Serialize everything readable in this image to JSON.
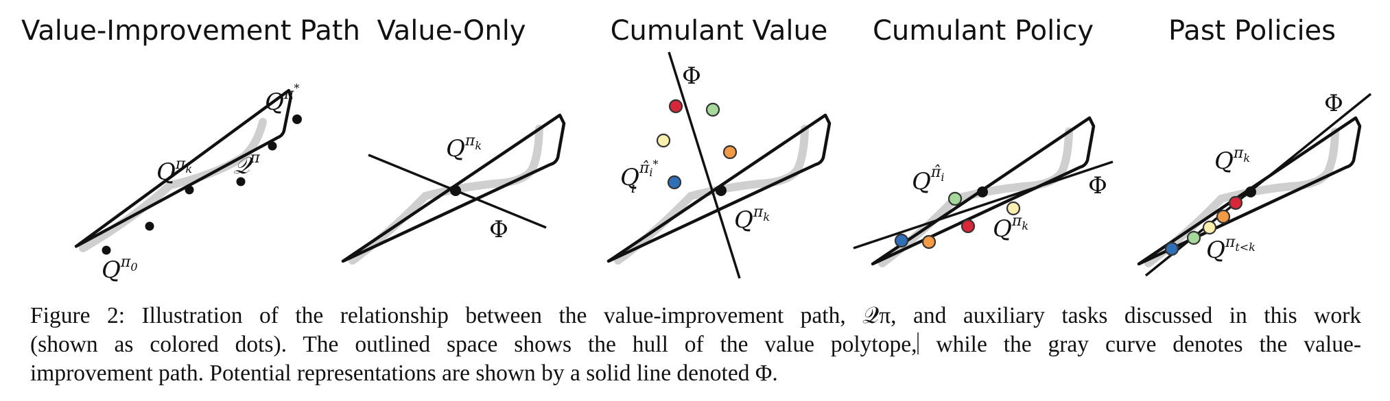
{
  "panels": [
    {
      "title": "Value-Improvement Path",
      "labels": {
        "start": "Q^{π_0}",
        "mid": "Q^{π_k}",
        "opt": "Q^{π^*}",
        "set": "𝒬^π"
      }
    },
    {
      "title": "Value-Only",
      "labels": {
        "point": "Q^{π_k}",
        "phi": "Φ"
      }
    },
    {
      "title": "Cumulant Value",
      "labels": {
        "cumulant": "Q_i^{π̂_i^*}",
        "point": "Q^{π_k}",
        "phi": "Φ"
      },
      "dot_colors": [
        "#d62839",
        "#7cc97a",
        "#f6e79a",
        "#f39a46",
        "#2f6fb5"
      ]
    },
    {
      "title": "Cumulant Policy",
      "labels": {
        "policy": "Q^{π̂_i}",
        "point": "Q^{π_k}",
        "phi": "Φ"
      },
      "dot_colors": [
        "#2f6fb5",
        "#f39a46",
        "#d62839",
        "#7cc97a",
        "#f6e79a"
      ]
    },
    {
      "title": "Past Policies",
      "labels": {
        "point": "Q^{π_k}",
        "past": "Q^{π_{t<k}}",
        "phi": "Φ"
      },
      "dot_colors": [
        "#2f6fb5",
        "#7cc97a",
        "#f6e79a",
        "#f39a46",
        "#d62839"
      ]
    }
  ],
  "caption": {
    "line1": "Figure 2: Illustration of the relationship between the value-improvement path, 𝒬π, and auxiliary tasks discussed in this work",
    "line2a": "(shown as colored dots). The outlined space shows the hull of the value polytope,",
    "line2b": " while the gray curve denotes the value-",
    "line3": "improvement path. Potential representations are shown by a solid line denoted Φ."
  }
}
